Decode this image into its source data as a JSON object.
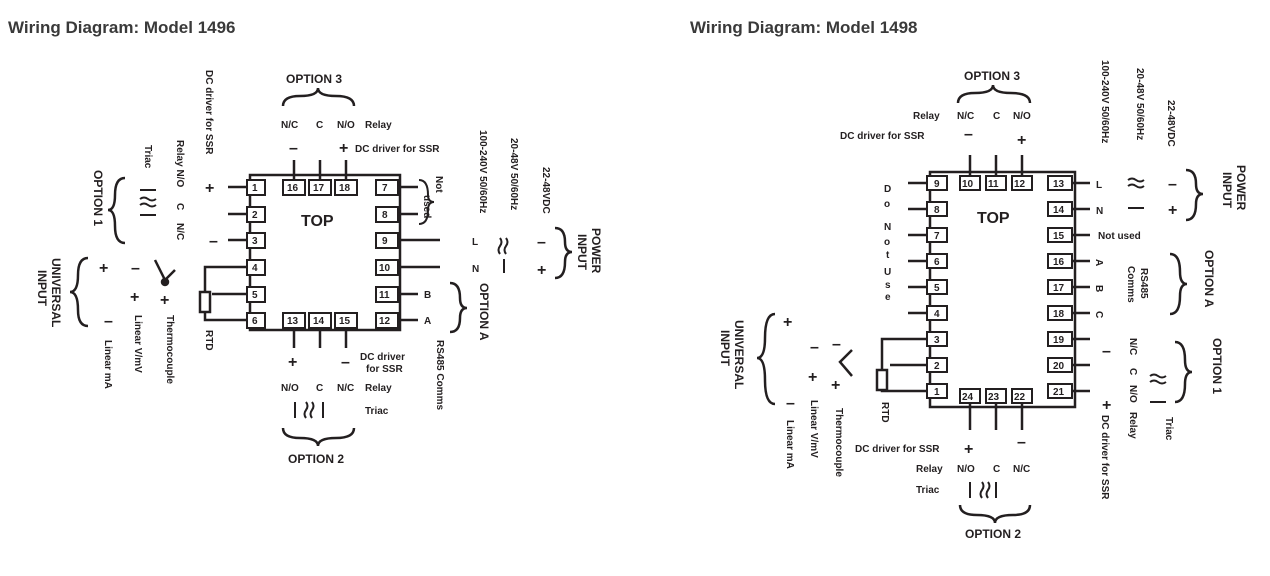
{
  "diagrams": [
    {
      "title": "Wiring Diagram: Model 1496",
      "top_label": "TOP",
      "option1": "OPTION 1",
      "option2": "OPTION 2",
      "option3": "OPTION 3",
      "option_a": "OPTION A",
      "power_input": [
        "POWER",
        "INPUT"
      ],
      "universal_input": [
        "UNIVERSAL",
        "INPUT"
      ],
      "left_pins": [
        "1",
        "2",
        "3",
        "4",
        "5",
        "6"
      ],
      "right_pins": [
        "7",
        "8",
        "9",
        "10",
        "11",
        "12"
      ],
      "top_pins": [
        "16",
        "17",
        "18"
      ],
      "bottom_pins": [
        "13",
        "14",
        "15"
      ],
      "labels": {
        "relay_nc_c_no": [
          "N/C",
          "C",
          "N/O"
        ],
        "relay": "Relay",
        "dc_driver_ssr": "DC driver for SSR",
        "dc_driver_for": "DC driver",
        "for_ssr": "for SSR",
        "triac": "Triac",
        "relay_no": "Relay N/O",
        "c": "C",
        "nc": "N/C",
        "not_used": [
          "Not",
          "used"
        ],
        "power_100": "100-240V 50/60Hz",
        "power_20": "20-48V 50/60Hz",
        "power_22": "22-48VDC",
        "l": "L",
        "n": "N",
        "b": "B",
        "a": "A",
        "rs485": "RS485 Comms",
        "linear_ma": "Linear mA",
        "linear_vmv": "Linear V/mV",
        "thermocouple": "Thermocouple",
        "rtd": "RTD"
      }
    },
    {
      "title": "Wiring Diagram: Model 1498",
      "top_label": "TOP",
      "option1": "OPTION 1",
      "option2": "OPTION 2",
      "option3": "OPTION 3",
      "option_a": "OPTION A",
      "power_input": [
        "POWER",
        "INPUT"
      ],
      "universal_input": [
        "UNIVERSAL",
        "INPUT"
      ],
      "left_pins": [
        "9",
        "8",
        "7",
        "6",
        "5",
        "4",
        "3",
        "2",
        "1"
      ],
      "right_pins": [
        "13",
        "14",
        "15",
        "16",
        "17",
        "18",
        "19",
        "20",
        "21"
      ],
      "top_pins": [
        "10",
        "11",
        "12"
      ],
      "bottom_pins": [
        "24",
        "23",
        "22"
      ],
      "do_not_use": [
        "D",
        "o",
        "N",
        "o",
        "t",
        "U",
        "s",
        "e"
      ],
      "labels": {
        "relay": "Relay",
        "relay_nc_c_no": [
          "N/C",
          "C",
          "N/O"
        ],
        "dc_driver_ssr": "DC driver for SSR",
        "not_used": "Not used",
        "power_100": "100-240V 50/60Hz",
        "power_20": "20-48V 50/60Hz",
        "power_22": "22-48VDC",
        "l": "L",
        "n": "N",
        "a": "A",
        "b": "B",
        "c": "C",
        "rs485": [
          "RS485",
          "Comms"
        ],
        "nc": "N/C",
        "no": "N/O",
        "triac": "Triac",
        "linear_ma": "Linear mA",
        "linear_vmv": "Linear V/mV",
        "thermocouple": "Thermocouple",
        "rtd": "RTD",
        "bottom_relay": "Relay",
        "bottom_triac": "Triac",
        "dc_driver_ssr_vertical": "DC driver for SSR"
      }
    }
  ]
}
